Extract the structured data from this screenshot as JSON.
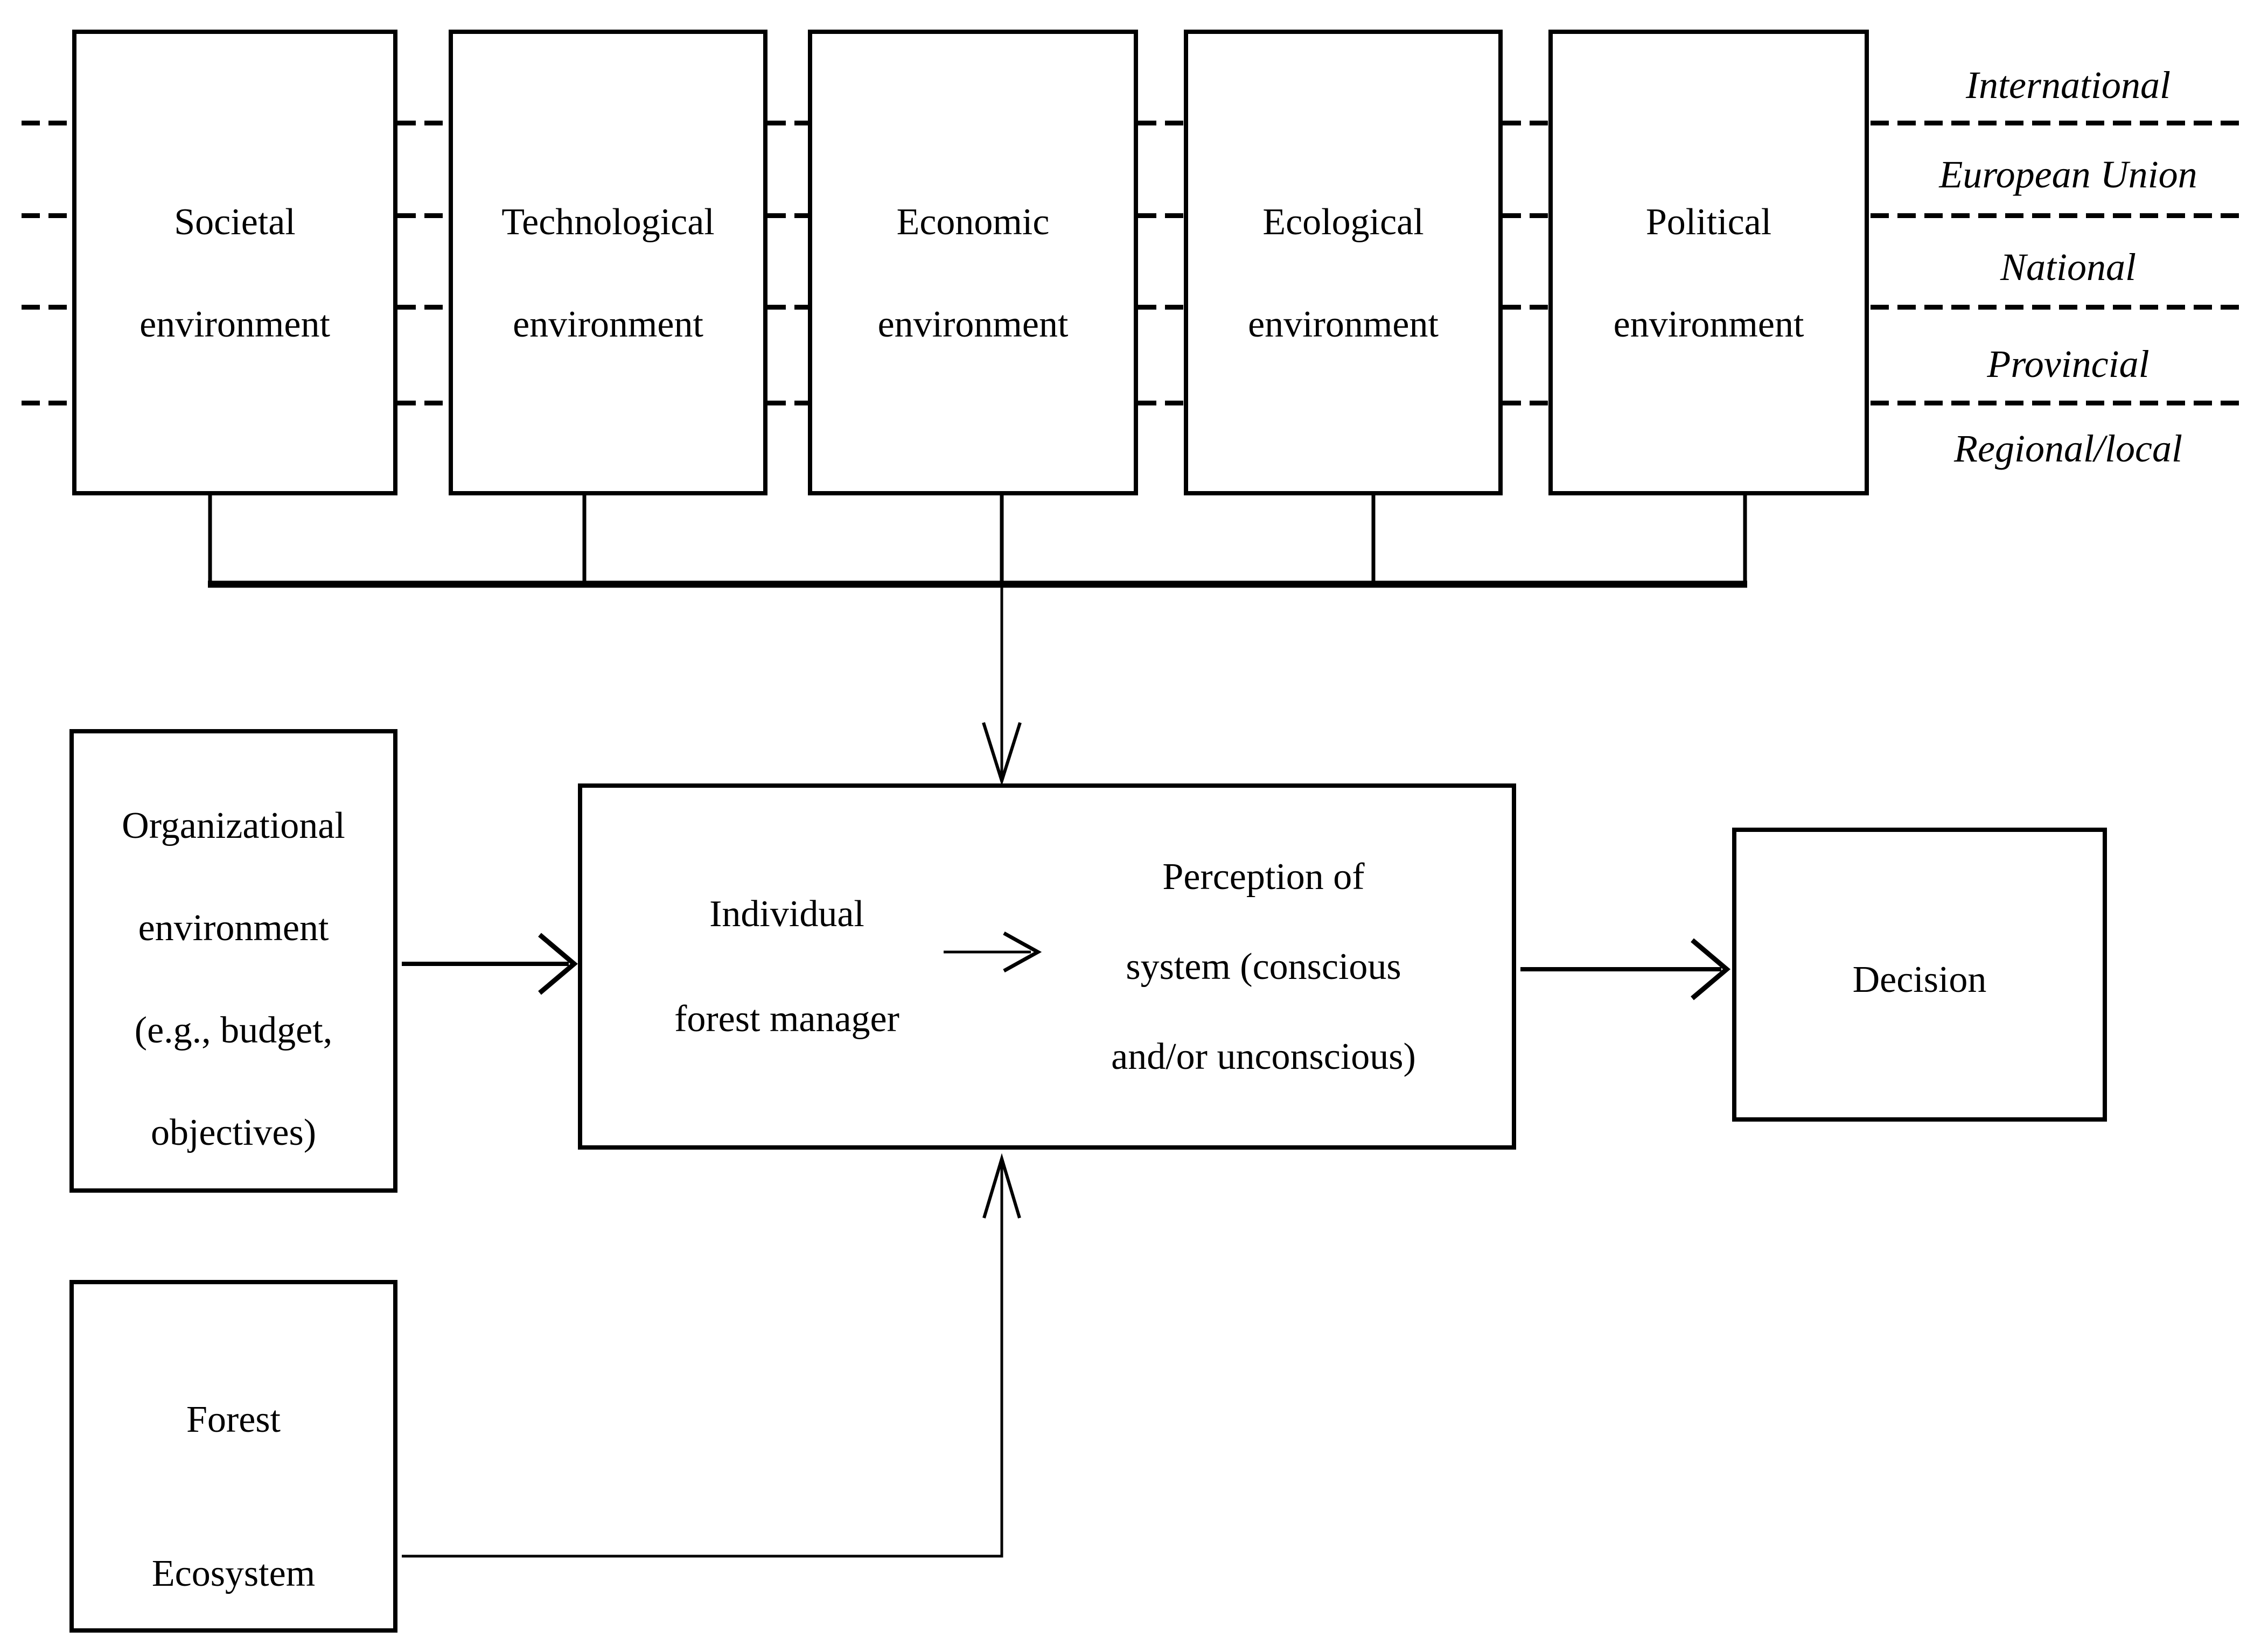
{
  "diagram": {
    "environment_boxes": [
      {
        "line1": "Societal",
        "line2": "environment"
      },
      {
        "line1": "Technological",
        "line2": "environment"
      },
      {
        "line1": "Economic",
        "line2": "environment"
      },
      {
        "line1": "Ecological",
        "line2": "environment"
      },
      {
        "line1": "Political",
        "line2": "environment"
      }
    ],
    "scale_labels": [
      "International",
      "European Union",
      "National",
      "Provincial",
      "Regional/local"
    ],
    "organizational_box": {
      "line1": "Organizational",
      "line2": "environment",
      "line3": "(e.g., budget,",
      "line4": "objectives)"
    },
    "forest_ecosystem_box": {
      "line1": "Forest",
      "line2": "Ecosystem"
    },
    "manager_box": {
      "left": {
        "line1": "Individual",
        "line2": "forest manager"
      },
      "right": {
        "line1": "Perception of",
        "line2": "system (conscious",
        "line3": "and/or unconscious)"
      }
    },
    "decision_box": {
      "label": "Decision"
    },
    "colors": {
      "ink": "#000000",
      "background": "#ffffff"
    }
  }
}
